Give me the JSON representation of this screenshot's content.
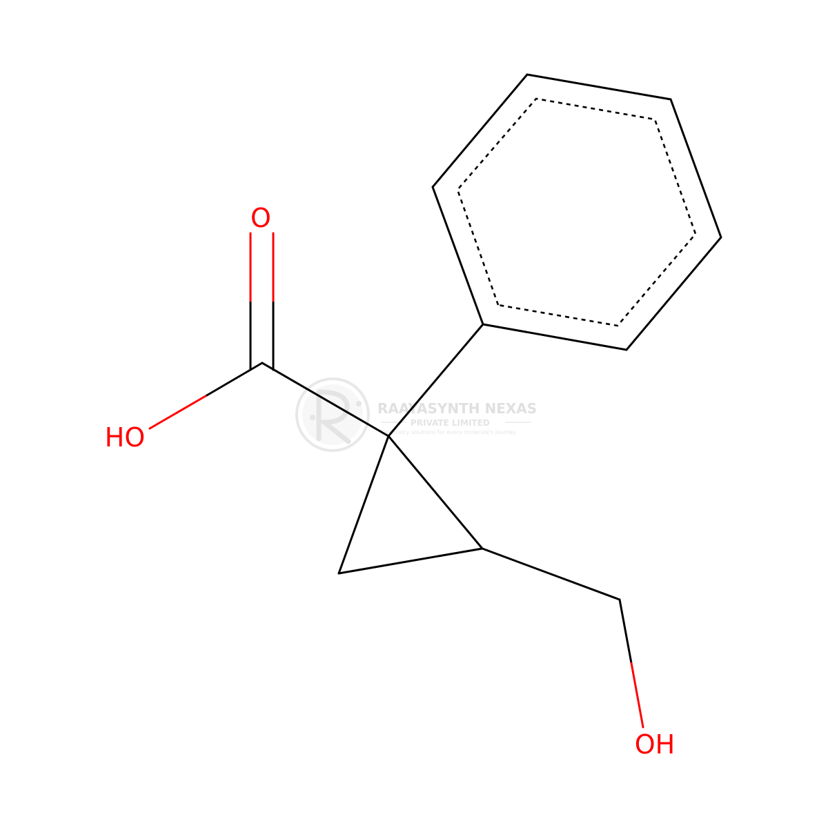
{
  "molecule": {
    "labels": {
      "carbonyl_oxygen": "O",
      "carboxyl_hydroxyl": "HO",
      "hydroxymethyl_hydroxyl": "OH"
    },
    "colors": {
      "bond": "#000000",
      "heteroatom": "#ff0000",
      "background": "#ffffff"
    }
  },
  "watermark": {
    "company": "RAAYASYNTH NEXAS",
    "subtitle": "PRIVATE LIMITED",
    "tagline": "Chemistry solutions for every molecule's journey",
    "color": "#c8c8c8"
  }
}
